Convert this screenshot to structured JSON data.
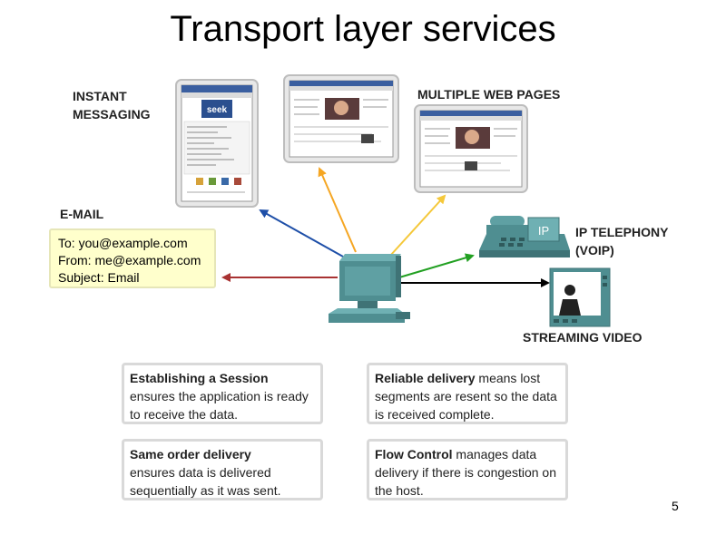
{
  "title": "Transport layer services",
  "labels": {
    "instant_messaging_line1": "INSTANT",
    "instant_messaging_line2": "MESSAGING",
    "multiple_web_pages": "MULTIPLE WEB PAGES",
    "email": "E-MAIL",
    "ip_telephony_line1": "IP TELEPHONY",
    "ip_telephony_line2": "(VOIP)",
    "streaming_video": "STREAMING VIDEO"
  },
  "email": {
    "to": "To: you@example.com",
    "from": "From: me@example.com",
    "subject": "Subject: Email"
  },
  "phone_text": "IP",
  "im_window": {
    "logo": "seek"
  },
  "boxes": [
    {
      "bold": "Establishing a Session",
      "rest_line1": "",
      "line2": "ensures the application is ready",
      "line3": "to receive the data."
    },
    {
      "bold": "Reliable delivery",
      "rest_line1": " means lost",
      "line2": "segments are resent so the data",
      "line3": "is received complete."
    },
    {
      "bold": "Same order delivery",
      "rest_line1": "",
      "line2": "ensures data is delivered",
      "line3": "sequentially as it was sent."
    },
    {
      "bold": "Flow Control",
      "rest_line1": " manages data",
      "line2": "delivery if there is congestion on",
      "line3": "the host."
    }
  ],
  "page_number": "5",
  "colors": {
    "arrow_im": "#1e4fa8",
    "arrow_web": "#f5a623",
    "arrow_web2": "#f5c83a",
    "arrow_email": "#a83232",
    "arrow_voip": "#22a022",
    "arrow_video": "#000000",
    "device_teal": "#4f8e91",
    "email_bg": "#ffffcc"
  }
}
